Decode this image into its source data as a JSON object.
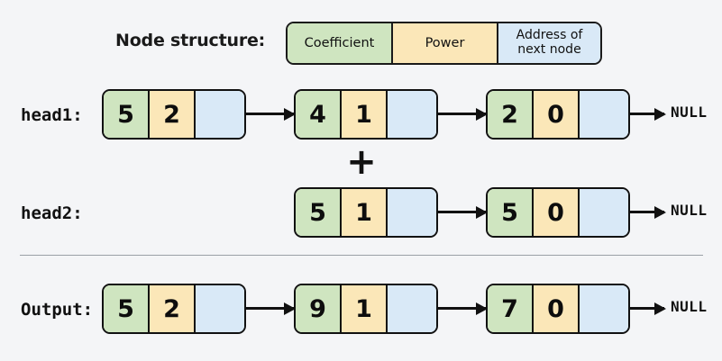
{
  "diagram": {
    "title_label": "Node structure:",
    "legend": {
      "coefficient": "Coefficient",
      "power": "Power",
      "address_line1": "Address of",
      "address_line2": "next node"
    },
    "colors": {
      "background": "#f4f5f7",
      "coefficient_fill": "#cfe5c0",
      "power_fill": "#fbe7b8",
      "address_fill": "#d9e9f7",
      "stroke": "#111111",
      "divider": "#9aa0a6"
    },
    "operator": "+",
    "terminator": "NULL",
    "lists": [
      {
        "label": "head1:",
        "nodes": [
          {
            "coefficient": "5",
            "power": "2"
          },
          {
            "coefficient": "4",
            "power": "1"
          },
          {
            "coefficient": "2",
            "power": "0"
          }
        ]
      },
      {
        "label": "head2:",
        "nodes": [
          {
            "coefficient": "5",
            "power": "1"
          },
          {
            "coefficient": "5",
            "power": "0"
          }
        ]
      },
      {
        "label": "Output:",
        "nodes": [
          {
            "coefficient": "5",
            "power": "2"
          },
          {
            "coefficient": "9",
            "power": "1"
          },
          {
            "coefficient": "7",
            "power": "0"
          }
        ]
      }
    ]
  }
}
